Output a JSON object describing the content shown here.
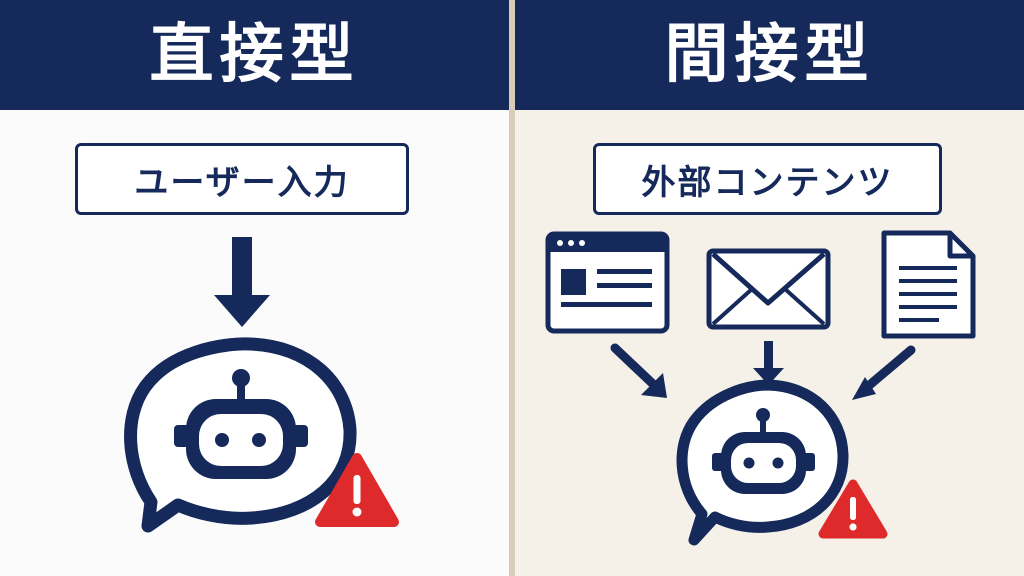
{
  "colors": {
    "navy": "#15295a",
    "left_bg": "#fbfbfb",
    "right_bg": "#f5f1e8",
    "divider": "#d8cdb7",
    "box_bg": "#ffffff",
    "warning_red": "#df2a2c"
  },
  "direct": {
    "title": "直接型",
    "source_label": "ユーザー入力",
    "icons": [
      "arrow-down-icon",
      "robot-chat-icon",
      "warning-icon"
    ]
  },
  "indirect": {
    "title": "間接型",
    "source_label": "外部コンテンツ",
    "sources": [
      "browser-window-icon",
      "envelope-icon",
      "document-icon"
    ],
    "icons": [
      "arrow-icon",
      "robot-chat-icon",
      "warning-icon"
    ]
  }
}
